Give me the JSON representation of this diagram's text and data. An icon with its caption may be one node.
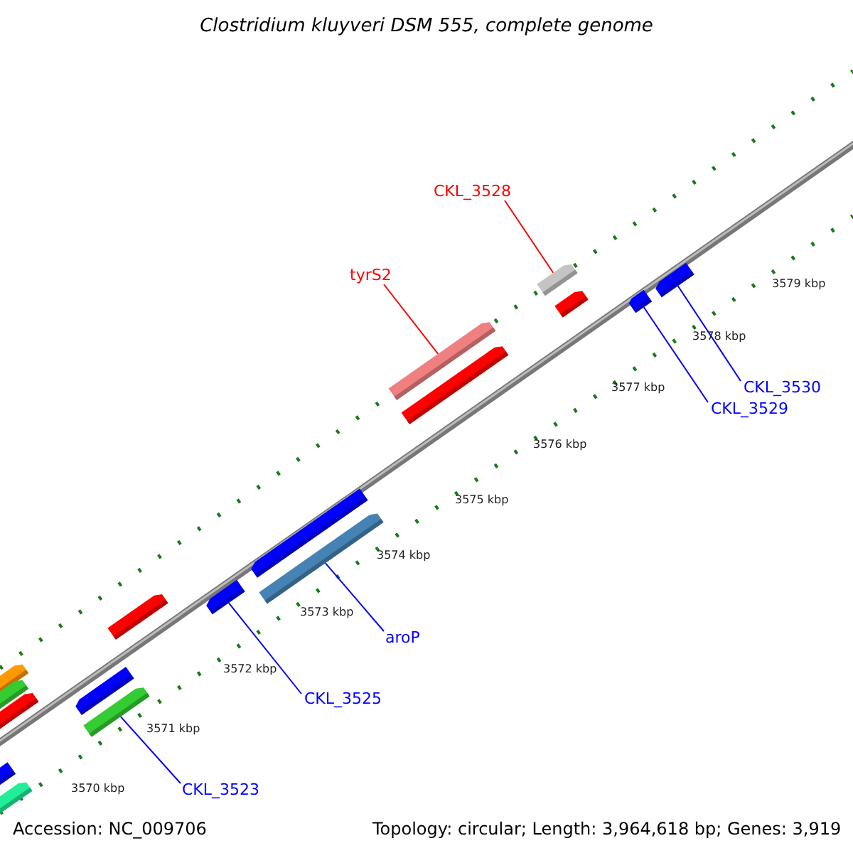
{
  "diagram": {
    "title": "Clostridium kluyveri DSM 555, complete genome",
    "nodes": [
      {
        "text": [
          "CKL_3528"
        ]
      },
      {
        "text": [],
        "shape": "bar"
      },
      {
        "text": [
          "tyrS2"
        ]
      },
      {
        "text": [],
        "shape": "bar"
      },
      {
        "text": [],
        "shape": "bar"
      },
      {
        "text": [],
        "shape": "bar"
      },
      {
        "text": [
          "CKL_3530"
        ]
      },
      {
        "text": [
          "CKL_3529"
        ]
      },
      {
        "text": [],
        "shape": "bar"
      },
      {
        "text": [
          "aroP"
        ]
      },
      {
        "text": [],
        "shape": "bar"
      },
      {
        "text": [
          "CKL_3525"
        ]
      },
      {
        "text": [],
        "shape": "bar"
      },
      {
        "text": [
          "CKL_3523"
        ]
      }
    ],
    "edges": [
      {
        "from": 0,
        "to": 1,
        "arrow": "none",
        "color": "#ff0000"
      },
      {
        "from": 2,
        "to": 3,
        "arrow": "none",
        "color": "#ff0000"
      },
      {
        "from": 6,
        "to": 5,
        "arrow": "none"
      },
      {
        "from": 7,
        "to": 4,
        "arrow": "none"
      },
      {
        "from": 9,
        "to": 8,
        "arrow": "none"
      },
      {
        "from": 11,
        "to": 10,
        "arrow": "none"
      },
      {
        "from": 13,
        "to": 12,
        "arrow": "none"
      }
    ],
    "labels": [
      "3579 kbp",
      "3578 kbp",
      "3577 kbp",
      "3576 kbp",
      "3575 kbp",
      "3574 kbp",
      "3573 kbp",
      "3572 kbp",
      "3571 kbp",
      "3570 kbp",
      "Accession: NC_009706",
      "Topology: circular; Length: 3,964,618 bp; Genes: 3,919"
    ]
  }
}
